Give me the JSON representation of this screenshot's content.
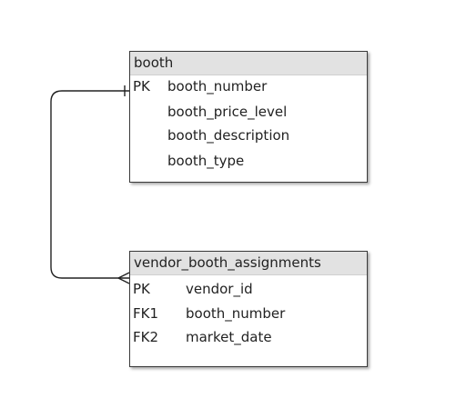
{
  "entities": {
    "booth": {
      "name": "booth",
      "rows": [
        {
          "key": "PK",
          "field": "booth_number"
        },
        {
          "key": "",
          "field": "booth_price_level"
        },
        {
          "key": "",
          "field": "booth_description"
        },
        {
          "key": "",
          "field": "booth_type"
        }
      ]
    },
    "vendor_booth_assignments": {
      "name": "vendor_booth_assignments",
      "rows": [
        {
          "key": "PK",
          "field": "vendor_id"
        },
        {
          "key": "FK1",
          "field": "booth_number"
        },
        {
          "key": "FK2",
          "field": "market_date"
        }
      ]
    }
  },
  "relationships": [
    {
      "from": "booth",
      "to": "vendor_booth_assignments",
      "from_cardinality": "one",
      "to_cardinality": "many"
    }
  ]
}
